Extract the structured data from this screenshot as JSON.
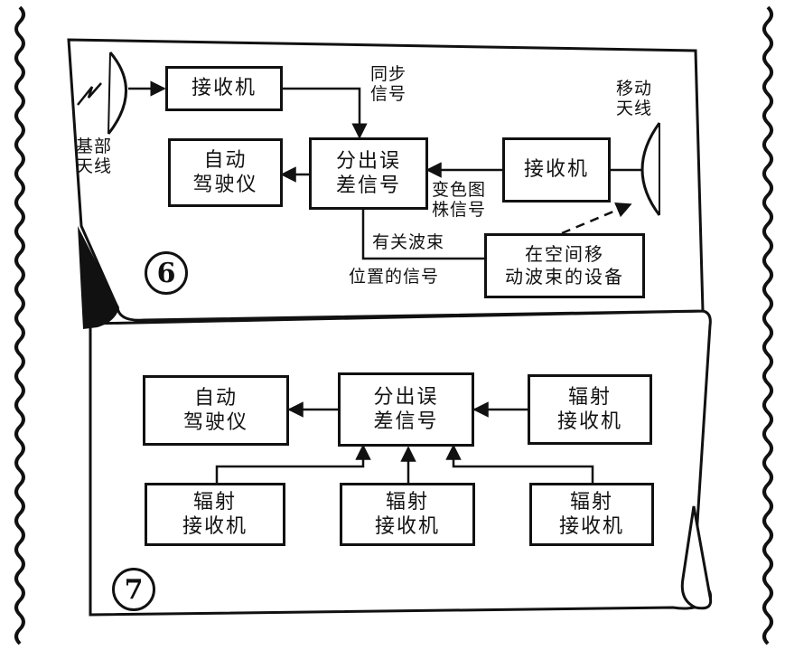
{
  "diagram6": {
    "number": "6",
    "ground_antenna": [
      "基部",
      "天线"
    ],
    "receiver_top": "接收机",
    "sync_signal": [
      "同步",
      "信号"
    ],
    "mobile_antenna": [
      "移动",
      "天线"
    ],
    "autopilot": [
      "自动",
      "驾驶仪"
    ],
    "error_extractor": [
      "分出误",
      "差信号"
    ],
    "receiver_right": "接收机",
    "variable_signal": [
      "变色图",
      "株信号"
    ],
    "beam_label": "有关波束",
    "position_signal": "位置的信号",
    "beam_device": [
      "在空间移",
      "动波束的设备"
    ]
  },
  "diagram7": {
    "number": "7",
    "autopilot": [
      "自动",
      "驾驶仪"
    ],
    "error_extractor": [
      "分出误",
      "差信号"
    ],
    "rad_receiver_right": [
      "辐射",
      "接收机"
    ],
    "rad_receiver_left": [
      "辐射",
      "接收机"
    ],
    "rad_receiver_mid": [
      "辐射",
      "接收机"
    ],
    "rad_receiver_r2": [
      "辐射",
      "接收机"
    ]
  }
}
